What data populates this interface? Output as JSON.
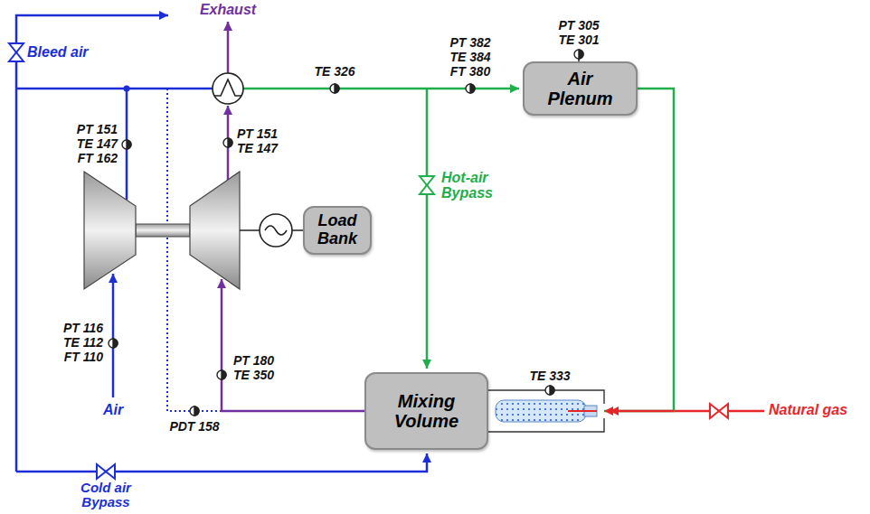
{
  "diagram": {
    "nodes": [
      {
        "text": [
          "Air Plenum"
        ]
      },
      {
        "text": [
          "Load Bank"
        ]
      },
      {
        "text": [
          "Mixing Volume"
        ]
      }
    ],
    "edges": [
      {
        "from": 0,
        "to": 2,
        "arrow": "to"
      }
    ],
    "labels": [
      "Exhaust",
      "Bleed air",
      "PT 305",
      "TE 301",
      "TE 326",
      "PT 382",
      "TE 384",
      "FT 380",
      "PT 151",
      "TE 147",
      "FT 162",
      "PT 151",
      "TE 147",
      "Hot-air Bypass",
      "PT 116",
      "TE 112",
      "FT 110",
      "PT 180",
      "TE 350",
      "TE 333",
      "Natural gas",
      "Air",
      "PDT 158",
      "Cold air Bypass"
    ]
  }
}
